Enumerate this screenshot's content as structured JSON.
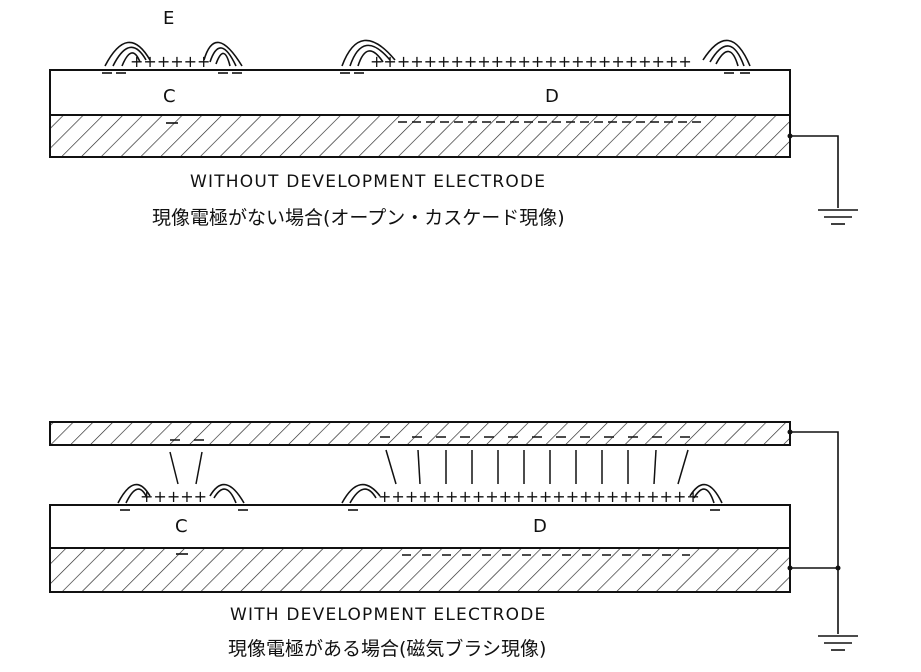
{
  "top_panel": {
    "label_e": "E",
    "label_c": "C",
    "label_d": "D",
    "caption_en": "WITHOUT DEVELOPMENT ELECTRODE",
    "caption_jp": "現像電極がない場合(オープン・カスケード現像)"
  },
  "bottom_panel": {
    "label_c": "C",
    "label_d": "D",
    "caption_en": "WITH DEVELOPMENT ELECTRODE",
    "caption_jp": "現像電極がある場合(磁気ブラシ現像)"
  },
  "symbols": {
    "plus": "+",
    "minus": "−"
  }
}
